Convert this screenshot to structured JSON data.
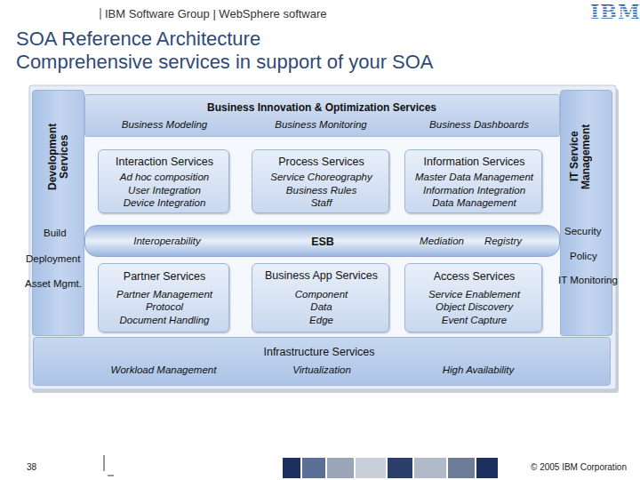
{
  "diagram": {
    "title": "SOA Reference Architecture",
    "nodes": [
      {
        "text": [
          "Development Services",
          "Build",
          "Deployment",
          "Asset Mgmt."
        ]
      },
      {
        "text": [
          "Business Innovation & Optimization Services",
          "Business Modeling",
          "Business Monitoring",
          "Business Dashboards"
        ]
      },
      {
        "text": [
          "IT Service Management",
          "Security",
          "Policy",
          "IT Monitoring"
        ]
      },
      {
        "text": [
          "Interaction Services",
          "Ad hoc composition",
          "User Integration",
          "Device Integration"
        ]
      },
      {
        "text": [
          "Process Services",
          "Service Choreography",
          "Business Rules",
          "Staff"
        ]
      },
      {
        "text": [
          "Information Services",
          "Master Data Management",
          "Information Integration",
          "Data Management"
        ]
      },
      {
        "text": [
          "Interoperability",
          "ESB",
          "Mediation",
          "Registry"
        ]
      },
      {
        "text": [
          "Partner Services",
          "Partner Management",
          "Protocol",
          "Document Handling"
        ]
      },
      {
        "text": [
          "Business App Services",
          "Component",
          "Data",
          "Edge"
        ]
      },
      {
        "text": [
          "Access Services",
          "Service Enablement",
          "Object Discovery",
          "Event Capture"
        ]
      },
      {
        "text": [
          "Infrastructure Services",
          "Workload Management",
          "Virtualization",
          "High Availability"
        ]
      }
    ],
    "labels": [
      "IBM Software Group | WebSphere software",
      "IBM",
      "Comprehensive services in support of your SOA",
      "38",
      "© 2005 IBM Corporation"
    ]
  }
}
